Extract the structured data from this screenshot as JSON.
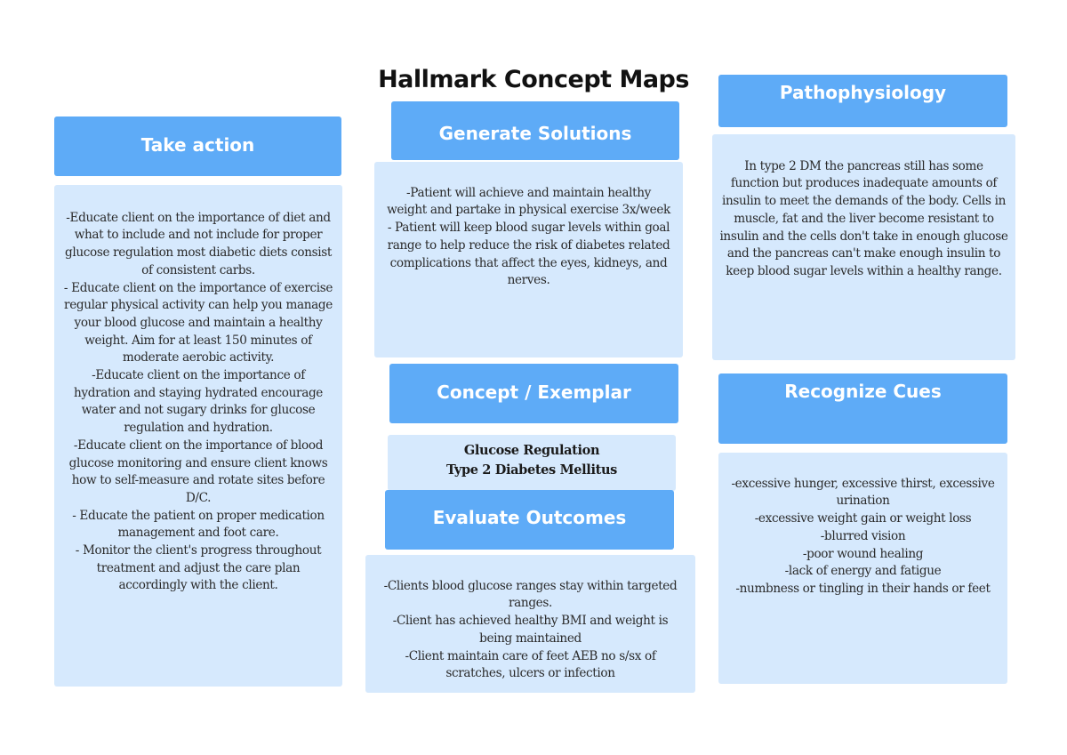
{
  "title": "Hallmark Concept Maps",
  "colors": {
    "header_bg": "#5eabf7",
    "body_bg": "#d6e9fd",
    "header_text": "#ffffff",
    "body_text": "#2a2a2a"
  },
  "sections": {
    "take_action": {
      "header": "Take action",
      "body": "-Educate client on the importance of diet and what to include and not include for proper glucose regulation most diabetic diets consist of consistent carbs.\n- Educate client on the importance of exercise regular physical activity can help you manage your blood glucose and maintain a healthy weight. Aim for at least 150 minutes of moderate aerobic activity.\n-Educate client on the importance of hydration and staying hydrated encourage water and not sugary drinks for glucose regulation and hydration.\n-Educate client on the importance of blood glucose monitoring and ensure client knows how to self-measure and rotate sites before D/C.\n- Educate the patient on proper medication management and foot care.\n- Monitor the client's progress throughout treatment and adjust the care plan accordingly with the client."
    },
    "generate_solutions": {
      "header": "Generate Solutions",
      "body": "-Patient will achieve and maintain healthy weight and partake in physical exercise 3x/week\n- Patient will keep blood sugar levels within goal range to help reduce the risk of diabetes related complications that affect the eyes, kidneys, and nerves."
    },
    "pathophysiology": {
      "header": "Pathophysiology",
      "body": "In type 2 DM the pancreas still has some function but produces inadequate amounts of insulin to meet the demands of the body.  Cells in muscle, fat and the liver become resistant to insulin and the cells don't take in enough glucose and the pancreas can't make enough insulin to keep blood sugar levels within a healthy range."
    },
    "concept_exemplar": {
      "header": "Concept / Exemplar",
      "concept": "Glucose Regulation",
      "exemplar": "Type 2 Diabetes Mellitus"
    },
    "evaluate_outcomes": {
      "header": "Evaluate Outcomes",
      "body": "-Clients blood glucose ranges stay within targeted ranges.\n-Client has achieved healthy BMI and weight is being maintained\n-Client maintain care of feet AEB no s/sx of scratches, ulcers or infection"
    },
    "recognize_cues": {
      "header": "Recognize Cues",
      "body": "-excessive hunger, excessive thirst, excessive urination\n-excessive weight gain or weight loss\n-blurred vision\n-poor wound healing\n-lack of energy and fatigue\n-numbness or tingling in their hands or feet"
    }
  }
}
